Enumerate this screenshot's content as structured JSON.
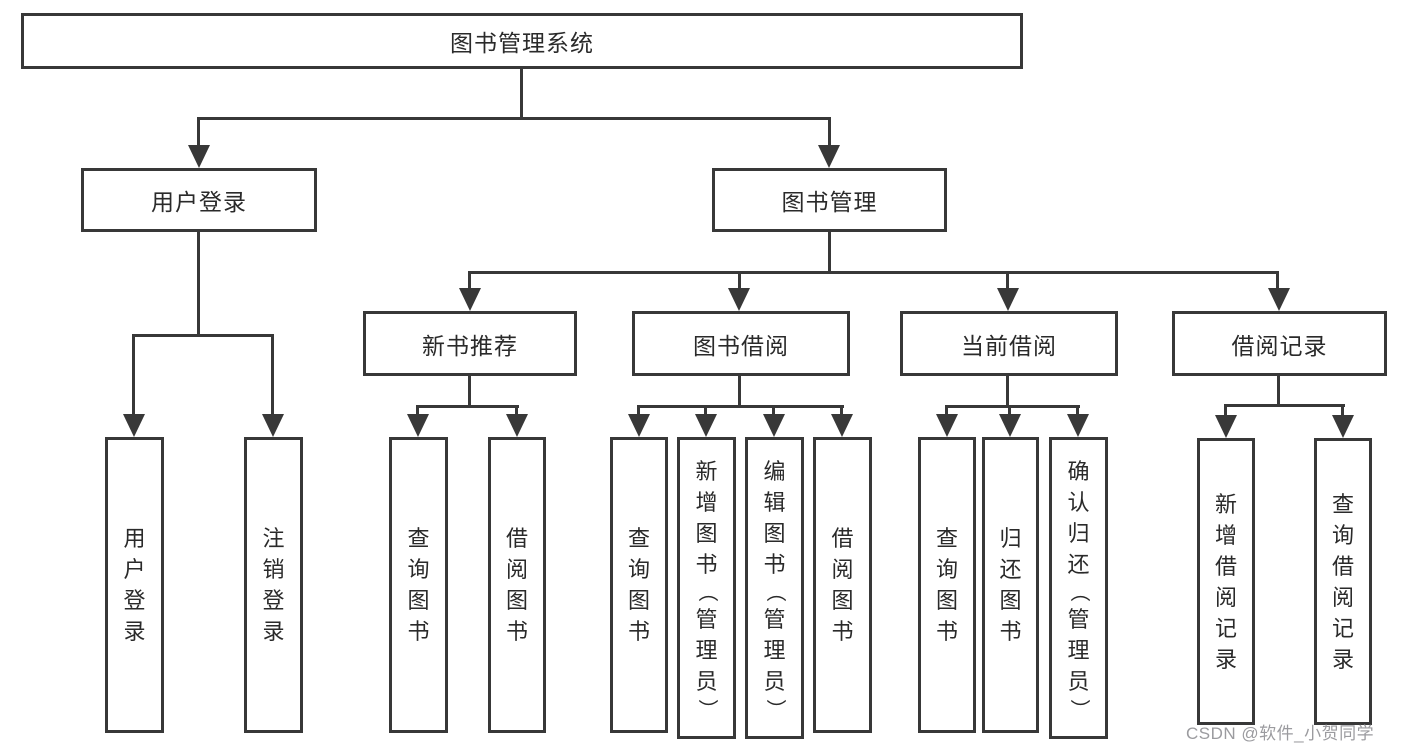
{
  "diagram": {
    "root": {
      "label": "图书管理系统"
    },
    "branches": [
      {
        "label": "用户登录"
      },
      {
        "label": "图书管理"
      }
    ],
    "modules": [
      {
        "label": "新书推荐"
      },
      {
        "label": "图书借阅"
      },
      {
        "label": "当前借阅"
      },
      {
        "label": "借阅记录"
      }
    ],
    "leaves": [
      {
        "label": "用户登录"
      },
      {
        "label": "注销登录"
      },
      {
        "label": "查询图书"
      },
      {
        "label": "借阅图书"
      },
      {
        "label": "查询图书"
      },
      {
        "label": "新增图书（管理员）"
      },
      {
        "label": "编辑图书（管理员）"
      },
      {
        "label": "借阅图书"
      },
      {
        "label": "查询图书"
      },
      {
        "label": "归还图书"
      },
      {
        "label": "确认归还（管理员）"
      },
      {
        "label": "新增借阅记录"
      },
      {
        "label": "查询借阅记录"
      }
    ]
  },
  "watermark": {
    "text": "CSDN @软件_小贺同学"
  },
  "colors": {
    "line": "#383838",
    "text": "#2a2a2a",
    "watermark": "#9b9b9f",
    "background": "#ffffff"
  }
}
